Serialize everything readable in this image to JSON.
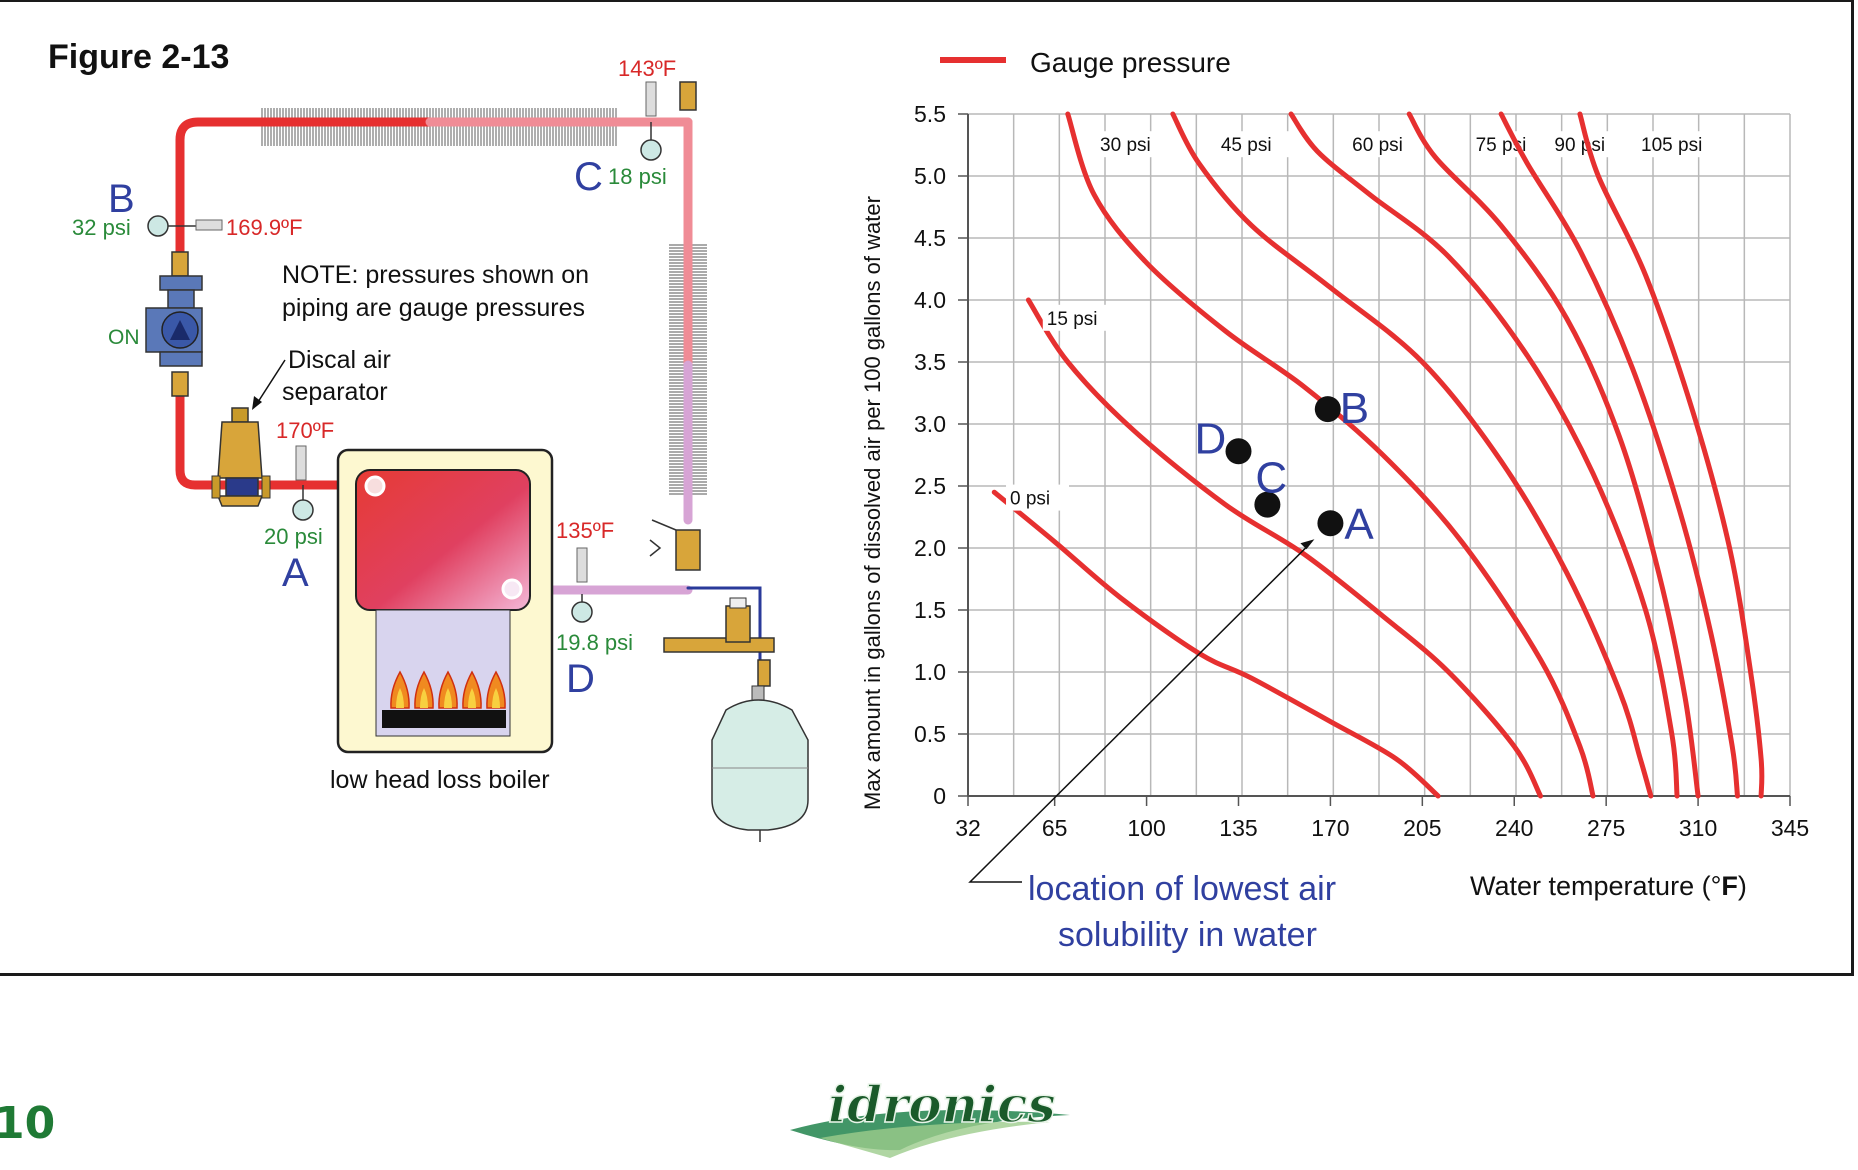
{
  "figure": {
    "title": "Figure 2-13",
    "note": [
      "NOTE:  pressures shown on",
      "piping are gauge pressures"
    ],
    "separator_label": [
      "Discal air",
      "separator"
    ],
    "pump_state": "ON",
    "boiler_label": "low head loss boiler",
    "points": {
      "A": {
        "letter": "A",
        "pressure": "20 psi",
        "temp": "170ºF"
      },
      "B": {
        "letter": "B",
        "pressure": "32 psi",
        "temp": "169.9ºF"
      },
      "C": {
        "letter": "C",
        "pressure": "18 psi",
        "temp": "143ºF"
      },
      "D": {
        "letter": "D",
        "pressure": "19.8 psi",
        "temp": "135ºF"
      }
    },
    "colors": {
      "hot": "#e63030",
      "warm": "#f08c96",
      "cool": "#d7a4d5",
      "label_blue": "#3040a0",
      "pressure_green": "#2a8a3a",
      "temp_red": "#d82828"
    }
  },
  "chart": {
    "legend_label": "Gauge pressure",
    "ylabel": "Max amount in gallons of dissolved air per 100 gallons of water",
    "xlabel": "Water temperature (°F)",
    "xlabel_plain": "Water temperature (°",
    "xlabel_bold": "F",
    "xlabel_end": ")",
    "annotation": [
      "location of lowest air",
      "solubility in water"
    ],
    "x_ticks": [
      "32",
      "65",
      "100",
      "135",
      "170",
      "205",
      "240",
      "275",
      "310",
      "345"
    ],
    "y_ticks": [
      "0",
      "0.5",
      "1.0",
      "1.5",
      "2.0",
      "2.5",
      "3.0",
      "3.5",
      "4.0",
      "4.5",
      "5.0",
      "5.5"
    ]
  },
  "chart_data": {
    "type": "line",
    "title": "",
    "xlabel": "Water temperature (°F)",
    "ylabel": "Max amount in gallons of dissolved air per 100 gallons of water",
    "xlim": [
      32,
      345
    ],
    "ylim": [
      0,
      5.5
    ],
    "grid": true,
    "legend": "top",
    "series": [
      {
        "name": "0 psi",
        "x": [
          42,
          65,
          90,
          120,
          140,
          170,
          195,
          211
        ],
        "y": [
          2.45,
          2.05,
          1.6,
          1.15,
          0.95,
          0.6,
          0.3,
          0.0
        ]
      },
      {
        "name": "15 psi",
        "x": [
          55,
          70,
          95,
          130,
          160,
          190,
          215,
          240,
          250
        ],
        "y": [
          4.0,
          3.5,
          2.95,
          2.35,
          1.95,
          1.45,
          1.0,
          0.4,
          0.0
        ]
      },
      {
        "name": "30 psi",
        "x": [
          70,
          80,
          100,
          130,
          160,
          190,
          220,
          250,
          265,
          270
        ],
        "y": [
          5.5,
          4.85,
          4.3,
          3.75,
          3.3,
          2.75,
          2.05,
          1.1,
          0.4,
          0.0
        ]
      },
      {
        "name": "45 psi",
        "x": [
          110,
          120,
          140,
          170,
          205,
          235,
          260,
          280,
          288,
          292
        ],
        "y": [
          5.5,
          5.1,
          4.6,
          4.1,
          3.5,
          2.7,
          1.8,
          0.85,
          0.3,
          0.0
        ]
      },
      {
        "name": "60 psi",
        "x": [
          155,
          165,
          185,
          215,
          245,
          270,
          290,
          300,
          302
        ],
        "y": [
          5.5,
          5.2,
          4.85,
          4.35,
          3.55,
          2.6,
          1.5,
          0.5,
          0.0
        ]
      },
      {
        "name": "75 psi",
        "x": [
          200,
          210,
          235,
          260,
          280,
          295,
          305,
          310
        ],
        "y": [
          5.5,
          5.15,
          4.6,
          3.85,
          2.9,
          1.8,
          0.8,
          0.0
        ]
      },
      {
        "name": "90 psi",
        "x": [
          235,
          245,
          265,
          285,
          303,
          315,
          323,
          325
        ],
        "y": [
          5.5,
          5.1,
          4.4,
          3.45,
          2.3,
          1.3,
          0.4,
          0.0
        ]
      },
      {
        "name": "105 psi",
        "x": [
          265,
          272,
          290,
          308,
          322,
          330,
          334,
          334
        ],
        "y": [
          5.5,
          5.0,
          4.2,
          3.1,
          2.0,
          1.0,
          0.3,
          0.0
        ]
      }
    ],
    "points": [
      {
        "name": "A",
        "x": 170,
        "y": 2.2
      },
      {
        "name": "B",
        "x": 169,
        "y": 3.12
      },
      {
        "name": "C",
        "x": 146,
        "y": 2.35
      },
      {
        "name": "D",
        "x": 135,
        "y": 2.78
      }
    ],
    "annotation": "location of lowest air solubility in water"
  },
  "footer": {
    "page_number": "10",
    "logo": "idronics"
  }
}
